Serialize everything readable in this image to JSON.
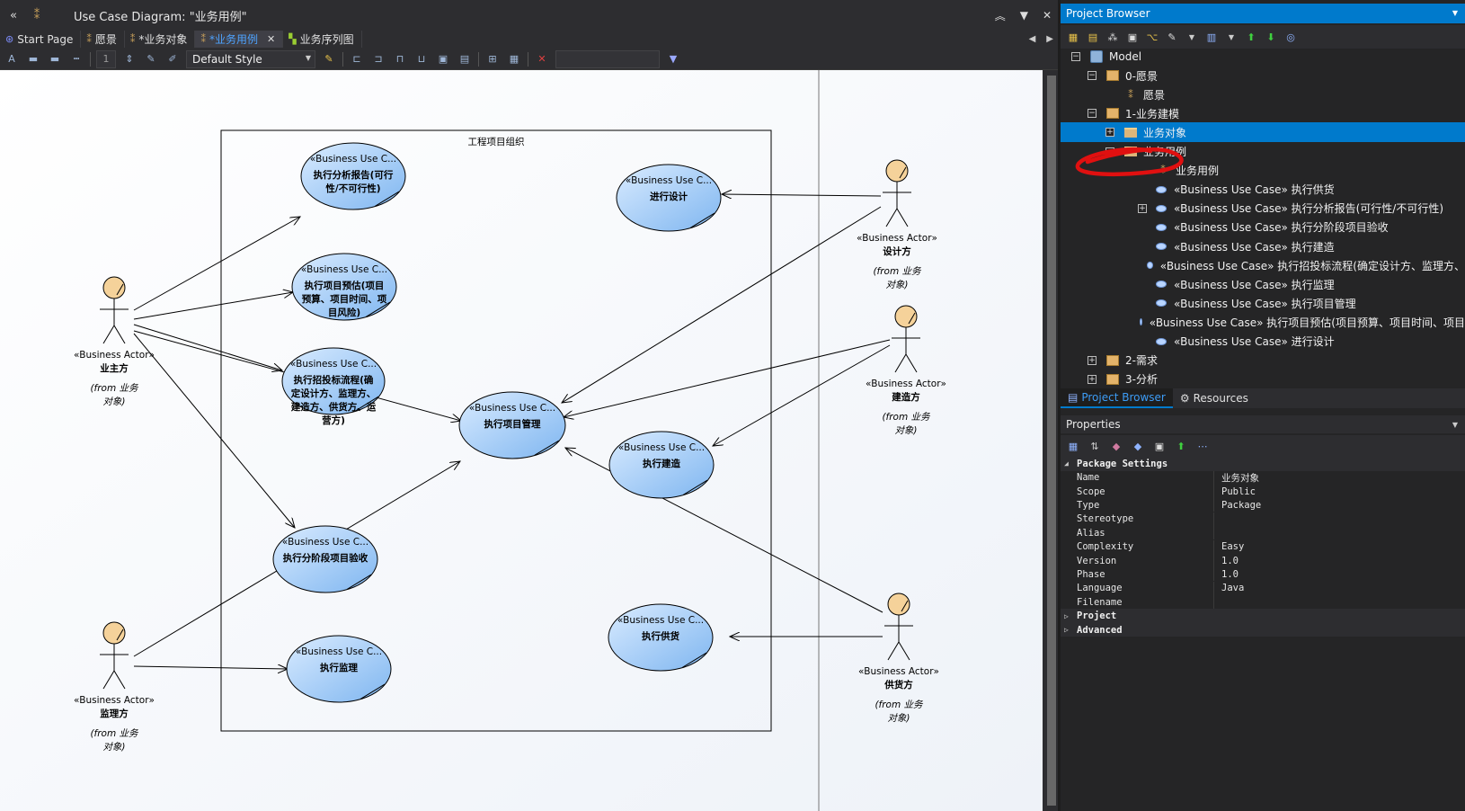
{
  "window": {
    "title": "Use Case Diagram: \"业务用例\""
  },
  "tabs": [
    {
      "label": "Start Page",
      "active": false
    },
    {
      "label": "愿景",
      "active": false
    },
    {
      "label": "*业务对象",
      "active": false
    },
    {
      "label": "*业务用例",
      "active": true
    },
    {
      "label": "业务序列图",
      "active": false
    }
  ],
  "toolbar": {
    "style_select": "Default Style",
    "line_width": "1"
  },
  "diagram": {
    "boundary_title": "工程项目组织",
    "actor_stereotype": "«Business Actor»",
    "usecase_stereotype": "«Business Use C...",
    "from_label": "(from 业务",
    "from_label_2": "对象)",
    "actors": [
      {
        "id": "owner",
        "name": "业主方"
      },
      {
        "id": "supervisor",
        "name": "监理方"
      },
      {
        "id": "designer",
        "name": "设计方"
      },
      {
        "id": "builder",
        "name": "建造方"
      },
      {
        "id": "supplier",
        "name": "供货方"
      }
    ],
    "usecases": [
      {
        "id": "analysis",
        "lines": [
          "执行分析报告(可行",
          "性/不可行性)"
        ]
      },
      {
        "id": "budget",
        "lines": [
          "执行项目预估(项目",
          "预算、项目时间、项",
          "目风险)"
        ]
      },
      {
        "id": "bidding",
        "lines": [
          "执行招投标流程(确",
          "定设计方、监理方、",
          "建造方、供货方、运",
          "营方)"
        ]
      },
      {
        "id": "stage",
        "lines": [
          "执行分阶段项目验收"
        ]
      },
      {
        "id": "supervise",
        "lines": [
          "执行监理"
        ]
      },
      {
        "id": "design",
        "lines": [
          "进行设计"
        ]
      },
      {
        "id": "manage",
        "lines": [
          "执行项目管理"
        ]
      },
      {
        "id": "build",
        "lines": [
          "执行建造"
        ]
      },
      {
        "id": "supply",
        "lines": [
          "执行供货"
        ]
      }
    ]
  },
  "project_browser": {
    "title": "Project Browser",
    "tree": [
      {
        "label": "Model",
        "level": 0,
        "expander": "−",
        "icon": "model"
      },
      {
        "label": "0-愿景",
        "level": 1,
        "expander": "−",
        "icon": "package"
      },
      {
        "label": "愿景",
        "level": 2,
        "expander": "",
        "icon": "diagram"
      },
      {
        "label": "1-业务建模",
        "level": 1,
        "expander": "−",
        "icon": "package"
      },
      {
        "label": "业务对象",
        "level": 2,
        "expander": "+",
        "icon": "folder",
        "selected": true
      },
      {
        "label": "业务用例",
        "level": 2,
        "expander": "−",
        "icon": "folder"
      },
      {
        "label": "业务用例",
        "level": 3,
        "expander": "",
        "icon": "diagram"
      },
      {
        "label": "«Business Use Case» 执行供货",
        "level": 3,
        "expander": "",
        "icon": "usecase"
      },
      {
        "label": "«Business Use Case» 执行分析报告(可行性/不可行性)",
        "level": 3,
        "expander": "+",
        "icon": "usecase"
      },
      {
        "label": "«Business Use Case» 执行分阶段项目验收",
        "level": 3,
        "expander": "",
        "icon": "usecase"
      },
      {
        "label": "«Business Use Case» 执行建造",
        "level": 3,
        "expander": "",
        "icon": "usecase"
      },
      {
        "label": "«Business Use Case» 执行招投标流程(确定设计方、监理方、",
        "level": 3,
        "expander": "",
        "icon": "usecase"
      },
      {
        "label": "«Business Use Case» 执行监理",
        "level": 3,
        "expander": "",
        "icon": "usecase"
      },
      {
        "label": "«Business Use Case» 执行项目管理",
        "level": 3,
        "expander": "",
        "icon": "usecase"
      },
      {
        "label": "«Business Use Case» 执行项目预估(项目预算、项目时间、项目",
        "level": 3,
        "expander": "",
        "icon": "usecase"
      },
      {
        "label": "«Business Use Case» 进行设计",
        "level": 3,
        "expander": "",
        "icon": "usecase"
      },
      {
        "label": "2-需求",
        "level": 1,
        "expander": "+",
        "icon": "package"
      },
      {
        "label": "3-分析",
        "level": 1,
        "expander": "+",
        "icon": "package"
      }
    ],
    "bottom_tabs": [
      {
        "label": "Project Browser",
        "active": true
      },
      {
        "label": "Resources",
        "active": false
      }
    ]
  },
  "properties": {
    "title": "Properties",
    "groups": [
      {
        "label": "Package Settings",
        "expanded": true,
        "rows": [
          {
            "name": "Name",
            "value": "业务对象"
          },
          {
            "name": "Scope",
            "value": "Public"
          },
          {
            "name": "Type",
            "value": "Package"
          },
          {
            "name": "Stereotype",
            "value": ""
          },
          {
            "name": "Alias",
            "value": ""
          },
          {
            "name": "Complexity",
            "value": "Easy"
          },
          {
            "name": "Version",
            "value": "1.0"
          },
          {
            "name": "Phase",
            "value": "1.0"
          },
          {
            "name": "Language",
            "value": "Java"
          },
          {
            "name": "Filename",
            "value": ""
          }
        ]
      },
      {
        "label": "Project",
        "expanded": false,
        "rows": []
      },
      {
        "label": "Advanced",
        "expanded": false,
        "rows": []
      }
    ]
  },
  "colors": {
    "accent": "#007acc",
    "usecase_fill": "#9cc8f5",
    "actor_fill": "#f5d29a",
    "annotation_red": "#e01010"
  }
}
